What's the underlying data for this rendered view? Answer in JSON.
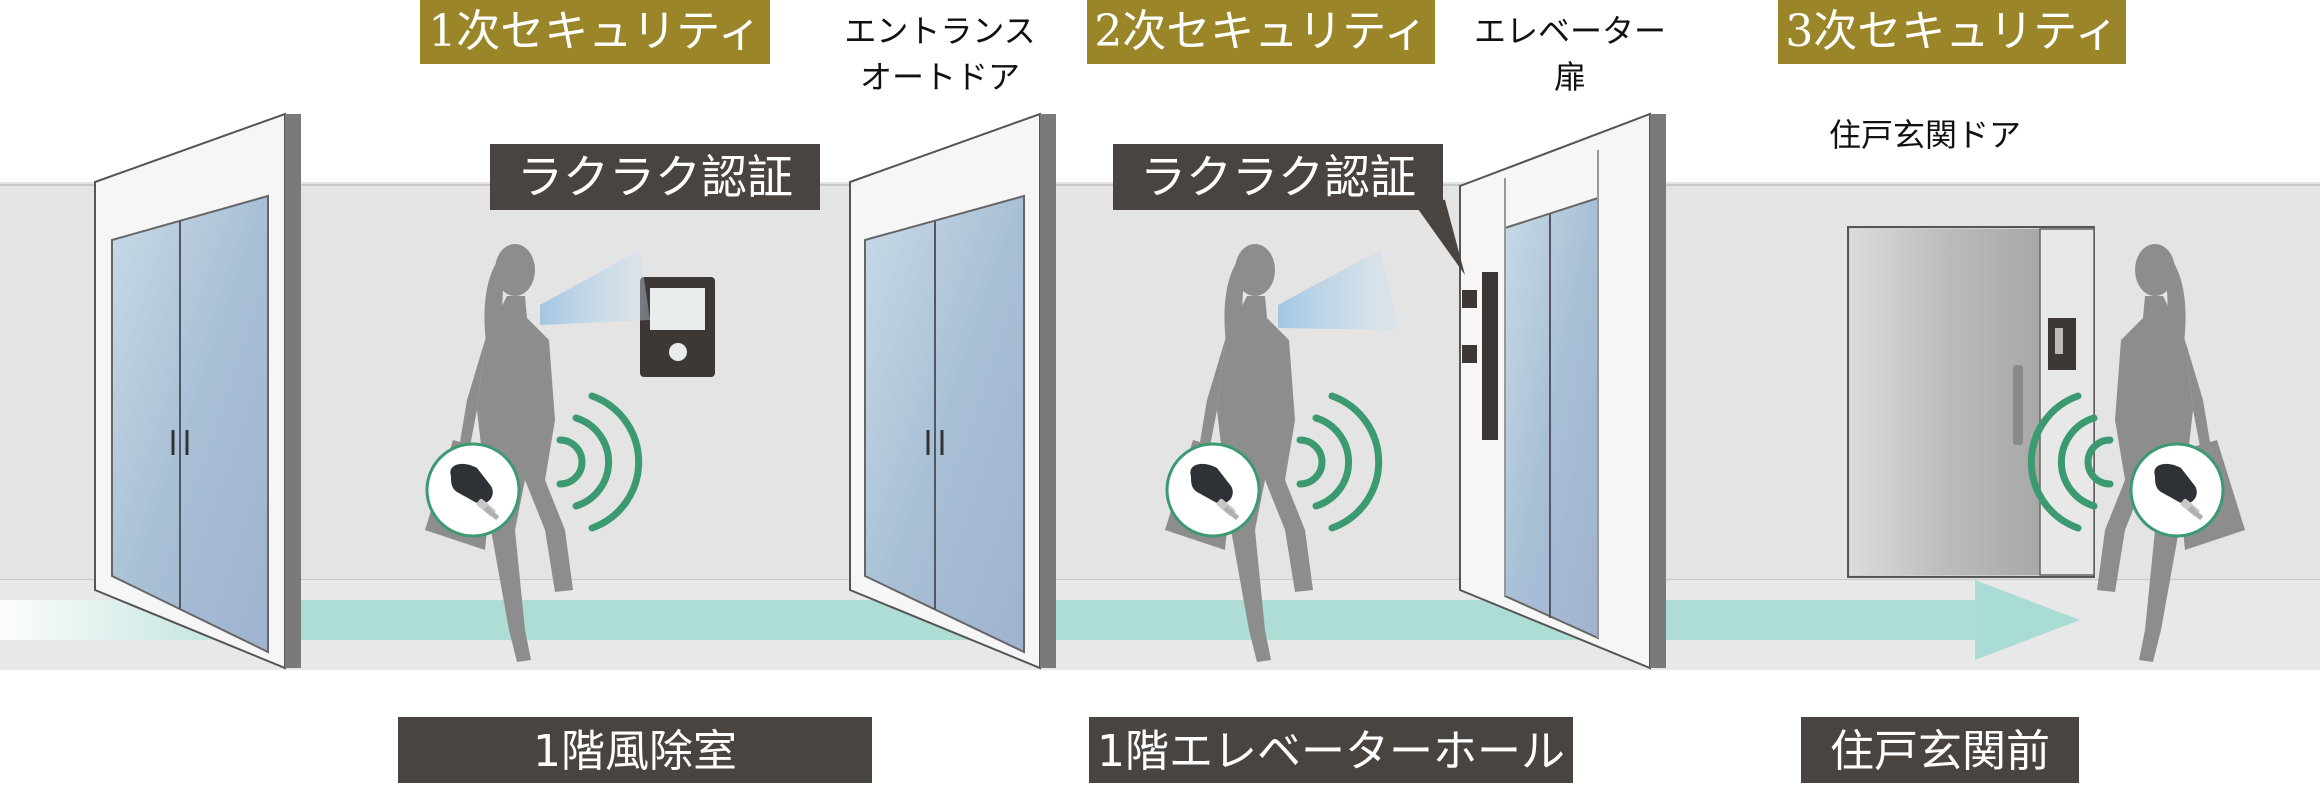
{
  "security_levels": [
    {
      "label": "1次セキュリティ"
    },
    {
      "label": "2次セキュリティ"
    },
    {
      "label": "3次セキュリティ"
    }
  ],
  "door_captions": {
    "entrance": {
      "line1": "エントランス",
      "line2": "オートドア"
    },
    "elevator": {
      "line1": "エレベーター",
      "line2": "扉"
    },
    "residence": {
      "line1": "住戸玄関ドア"
    }
  },
  "auth_labels": [
    "ラクラク認証",
    "ラクラク認証"
  ],
  "locations": [
    "1階風除室",
    "1階エレベーターホール",
    "住戸玄関前"
  ],
  "colors": {
    "gold": "#9a8628",
    "dark_label": "#4a4441",
    "wall": "#e4e4e4",
    "glass": "#a9c3d8",
    "signal_green": "#3b9a70",
    "arrow_teal": "#a8dcd4",
    "silhouette": "#8d8d8d"
  },
  "icons": [
    "intercom-panel-icon",
    "face-scan-beam-icon",
    "non-touch-key-icon",
    "wireless-signal-icon",
    "flow-arrow-icon"
  ]
}
